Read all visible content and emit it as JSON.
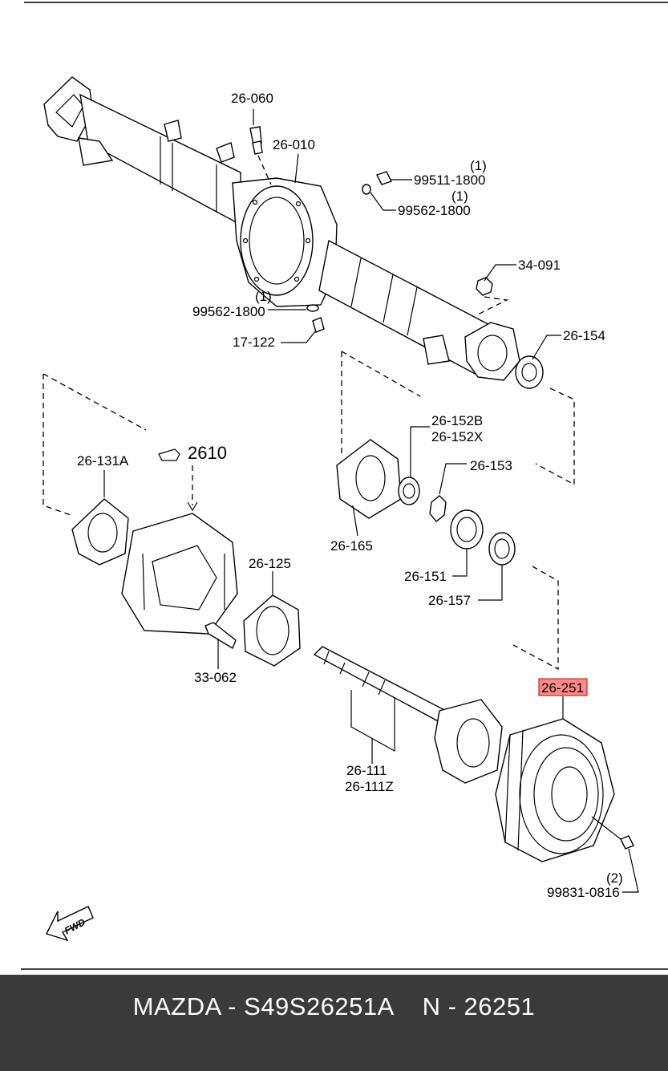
{
  "labels": {
    "l26060": "26-060",
    "l26010": "26-010",
    "l99511": "99511-1800",
    "q1a": "(1)",
    "l99562a": "99562-1800",
    "q1b": "(1)",
    "l34091": "34-091",
    "q1c": "(1)",
    "l99562b": "99562-1800",
    "l17122": "17-122",
    "l26154": "26-154",
    "l26152b": "26-152B",
    "l26152x": "26-152X",
    "l26153": "26-153",
    "l26131a": "26-131A",
    "l2610": "2610",
    "l26165": "26-165",
    "l26151": "26-151",
    "l26157": "26-157",
    "l26125": "26-125",
    "l33062": "33-062",
    "l26251": "26-251",
    "l26111": "26-111",
    "l26111z": "26-111Z",
    "q2": "(2)",
    "l99831": "99831-0816",
    "fwd": "FWD"
  },
  "highlight_color": "#ff8a8a",
  "footer": {
    "text": "MAZDA - S49S26251A    N - 26251",
    "background": "#3a3a3a"
  }
}
